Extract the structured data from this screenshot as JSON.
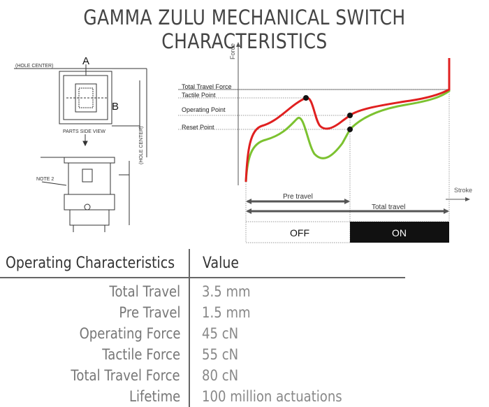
{
  "title": "GAMMA ZULU MECHANICAL SWITCH CHARACTERISTICS",
  "drawing": {
    "hole_center_top": "(HOLE CENTER)",
    "hole_center_side": "(HOLE CENTER)",
    "label_a": "A",
    "label_b": "B",
    "parts_side_view": "PARTS SIDE VIEW",
    "note_2": "NOTE 2"
  },
  "force_chart": {
    "y_axis_label": "Force",
    "x_axis_label": "Stroke",
    "labels": {
      "total_travel_force": "Total Travel Force",
      "tactile_point": "Tactile Point",
      "operating_point": "Operating Point",
      "reset_point": "Reset Point"
    },
    "pre_travel": "Pre travel",
    "total_travel": "Total travel",
    "off": "OFF",
    "on": "ON",
    "colors": {
      "press": "#e02020",
      "release": "#7cc230"
    }
  },
  "table": {
    "header_left": "Operating Characteristics",
    "header_right": "Value",
    "rows": [
      {
        "label": "Total Travel",
        "value": "3.5 mm"
      },
      {
        "label": "Pre Travel",
        "value": "1.5 mm"
      },
      {
        "label": "Operating Force",
        "value": "45 cN"
      },
      {
        "label": "Tactile Force",
        "value": "55 cN"
      },
      {
        "label": "Total Travel Force",
        "value": "80 cN"
      },
      {
        "label": "Lifetime",
        "value": "100 million actuations"
      }
    ]
  }
}
